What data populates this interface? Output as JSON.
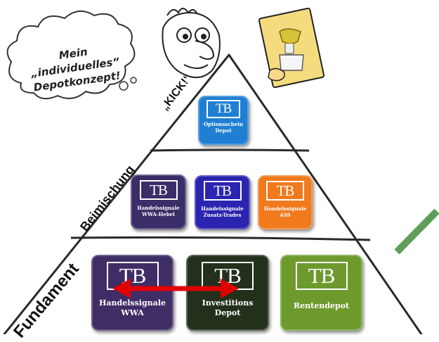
{
  "cloud": {
    "line1": "Mein",
    "line2": "„individuelles“",
    "line3": "Depotkonzept!"
  },
  "levels": {
    "top": "„KICK!“",
    "middle": "Beimischung",
    "bottom": "Fundament"
  },
  "tiles": {
    "optionsschein": {
      "logo": "TB",
      "line1": "Optionsschein",
      "line2": "Depot",
      "color": "#1f7fd2"
    },
    "wwa_hebel": {
      "logo": "TB",
      "line1": "Handelssignale",
      "line2": "WWA-Hebel",
      "color": "#3a2d68"
    },
    "zusatz": {
      "logo": "TB",
      "line1": "Handelssignale",
      "line2": "Zusatz-Trades",
      "color": "#2a24b0"
    },
    "ass": {
      "logo": "TB",
      "line1": "Handelssignale",
      "line2": "ASS",
      "color": "#f07a1c"
    },
    "wwa": {
      "logo": "TB",
      "line1": "Handelssignale",
      "line2": "WWA",
      "color": "#3f2d66"
    },
    "investitions": {
      "logo": "TB",
      "line1": "Investitions",
      "line2": "Depot",
      "color": "#23301c"
    },
    "rentendepot": {
      "logo": "TB",
      "line1": "Rentendepot",
      "line2": "",
      "color": "#6d9a2c"
    }
  },
  "colors": {
    "arrow": "#e00000",
    "green_bar": "#5f9e5a",
    "poster_bg": "#f4dc7e",
    "skin": "#f8d98a"
  }
}
